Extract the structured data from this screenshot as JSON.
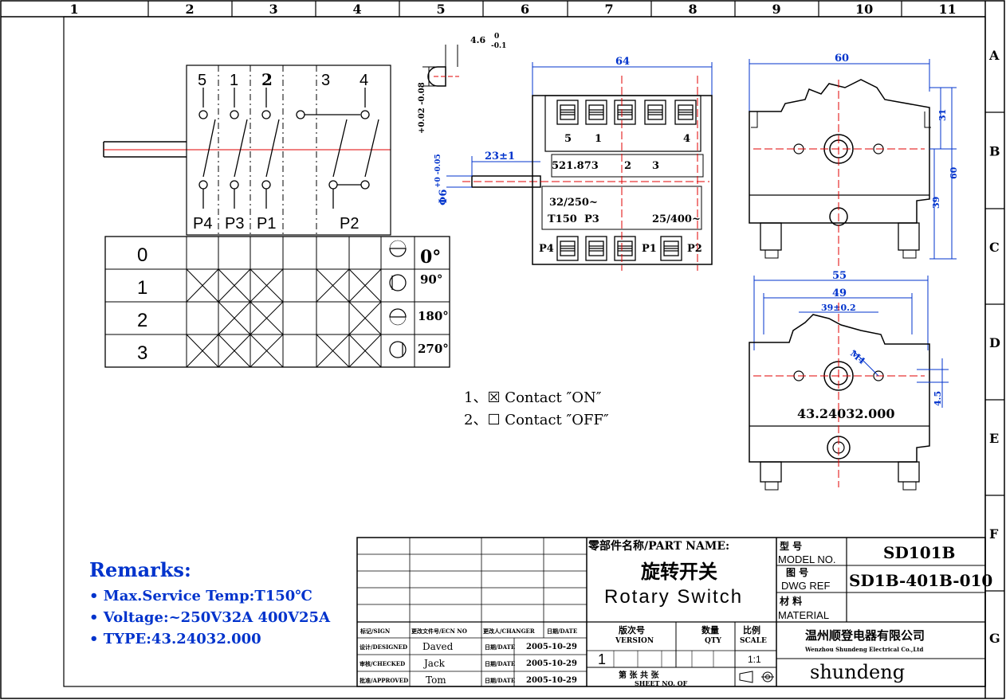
{
  "border": {
    "columns": [
      "1",
      "2",
      "3",
      "4",
      "5",
      "6",
      "7",
      "8",
      "9",
      "10",
      "11"
    ],
    "rows": [
      "A",
      "B",
      "C",
      "D",
      "E",
      "F",
      "G"
    ]
  },
  "schematic": {
    "terminals": [
      "5",
      "1",
      "2",
      "3",
      "4"
    ],
    "poles": [
      "P4",
      "P3",
      "P1",
      "P2"
    ]
  },
  "positions_table": {
    "rows": [
      {
        "label": "0",
        "angle": "0°",
        "on": [
          false,
          false,
          false,
          false,
          false,
          false
        ]
      },
      {
        "label": "1",
        "angle": "90°",
        "on": [
          true,
          true,
          true,
          false,
          true,
          true
        ]
      },
      {
        "label": "2",
        "angle": "180°",
        "on": [
          false,
          true,
          true,
          false,
          false,
          true
        ]
      },
      {
        "label": "3",
        "angle": "270°",
        "on": [
          true,
          true,
          true,
          false,
          true,
          true
        ]
      }
    ]
  },
  "shaft_detail": {
    "flat_tol": "4.6",
    "flat_tol_up": "0",
    "flat_tol_low": "-0.1",
    "dia_tol": "+0.02 -0.08",
    "dia_label": "Φ6",
    "dia_tol_side": "+0 -0.05",
    "shaft_len": "23±1"
  },
  "front_view": {
    "width": "64",
    "top_terms": [
      "5",
      "1",
      "4"
    ],
    "mid_text": "521.873",
    "mid_terms": [
      "2",
      "3"
    ],
    "rating1": "32/250~",
    "rating2": "25/400~",
    "temp": "T150",
    "p3": "P3",
    "bottom_terms": [
      "P4",
      "P1",
      "P2"
    ]
  },
  "side_view": {
    "width": "60",
    "dim_31": "31",
    "dim_60": "60",
    "dim_39": "39"
  },
  "bottom_view": {
    "w55": "55",
    "w49": "49",
    "w39": "39±0.2",
    "m4": "M4",
    "h45": "4.5",
    "type": "43.24032.000"
  },
  "legend": {
    "on": "1、☒ Contact ″ON″",
    "off": "2、☐ Contact ″OFF″"
  },
  "remarks": {
    "title": "Remarks:",
    "items": [
      "• Max.Service Temp:T150℃",
      "• Voltage:~250V32A 400V25A",
      "• TYPE:43.24032.000"
    ]
  },
  "title_block": {
    "part_name_label": "零部件名称/PART NAME:",
    "part_name_cn": "旋转开关",
    "part_name_en": "Rotary Switch",
    "model_label_cn": "型      号",
    "model_label_en": "MODEL NO.",
    "model": "SD101B",
    "dwg_label_cn": "图      号",
    "dwg_label_en": "DWG REF",
    "dwg": "SD1B-401B-010",
    "material_cn": "材      料",
    "material_en": "MATERIAL",
    "sign": "标记/SIGN",
    "ecn": "更改文件号/ECN NO",
    "changer": "更改人/CHANGER",
    "date_h": "日期/DATE",
    "designed": "设计/DESIGNED",
    "checked": "审核/CHECKED",
    "approved": "批准/APPROVED",
    "designer": "Daved",
    "checker": "Jack",
    "approver": "Tom",
    "date_label": "日期/DATE",
    "date": "2005-10-29",
    "version_cn": "版次号",
    "version_en": "VERSION",
    "version": "1",
    "qty_cn": "数量",
    "qty_en": "QTY",
    "scale_cn": "比例",
    "scale_en": "SCALE",
    "scale": "1:1",
    "sheet_cn": "第      张           共      张",
    "sheet_en": "SHEET NO.   OF",
    "company_cn": "温州顺登电器有限公司",
    "company_en": "Wenzhou Shundeng Electrical Co.,Ltd",
    "company_brand": "shundeng"
  }
}
